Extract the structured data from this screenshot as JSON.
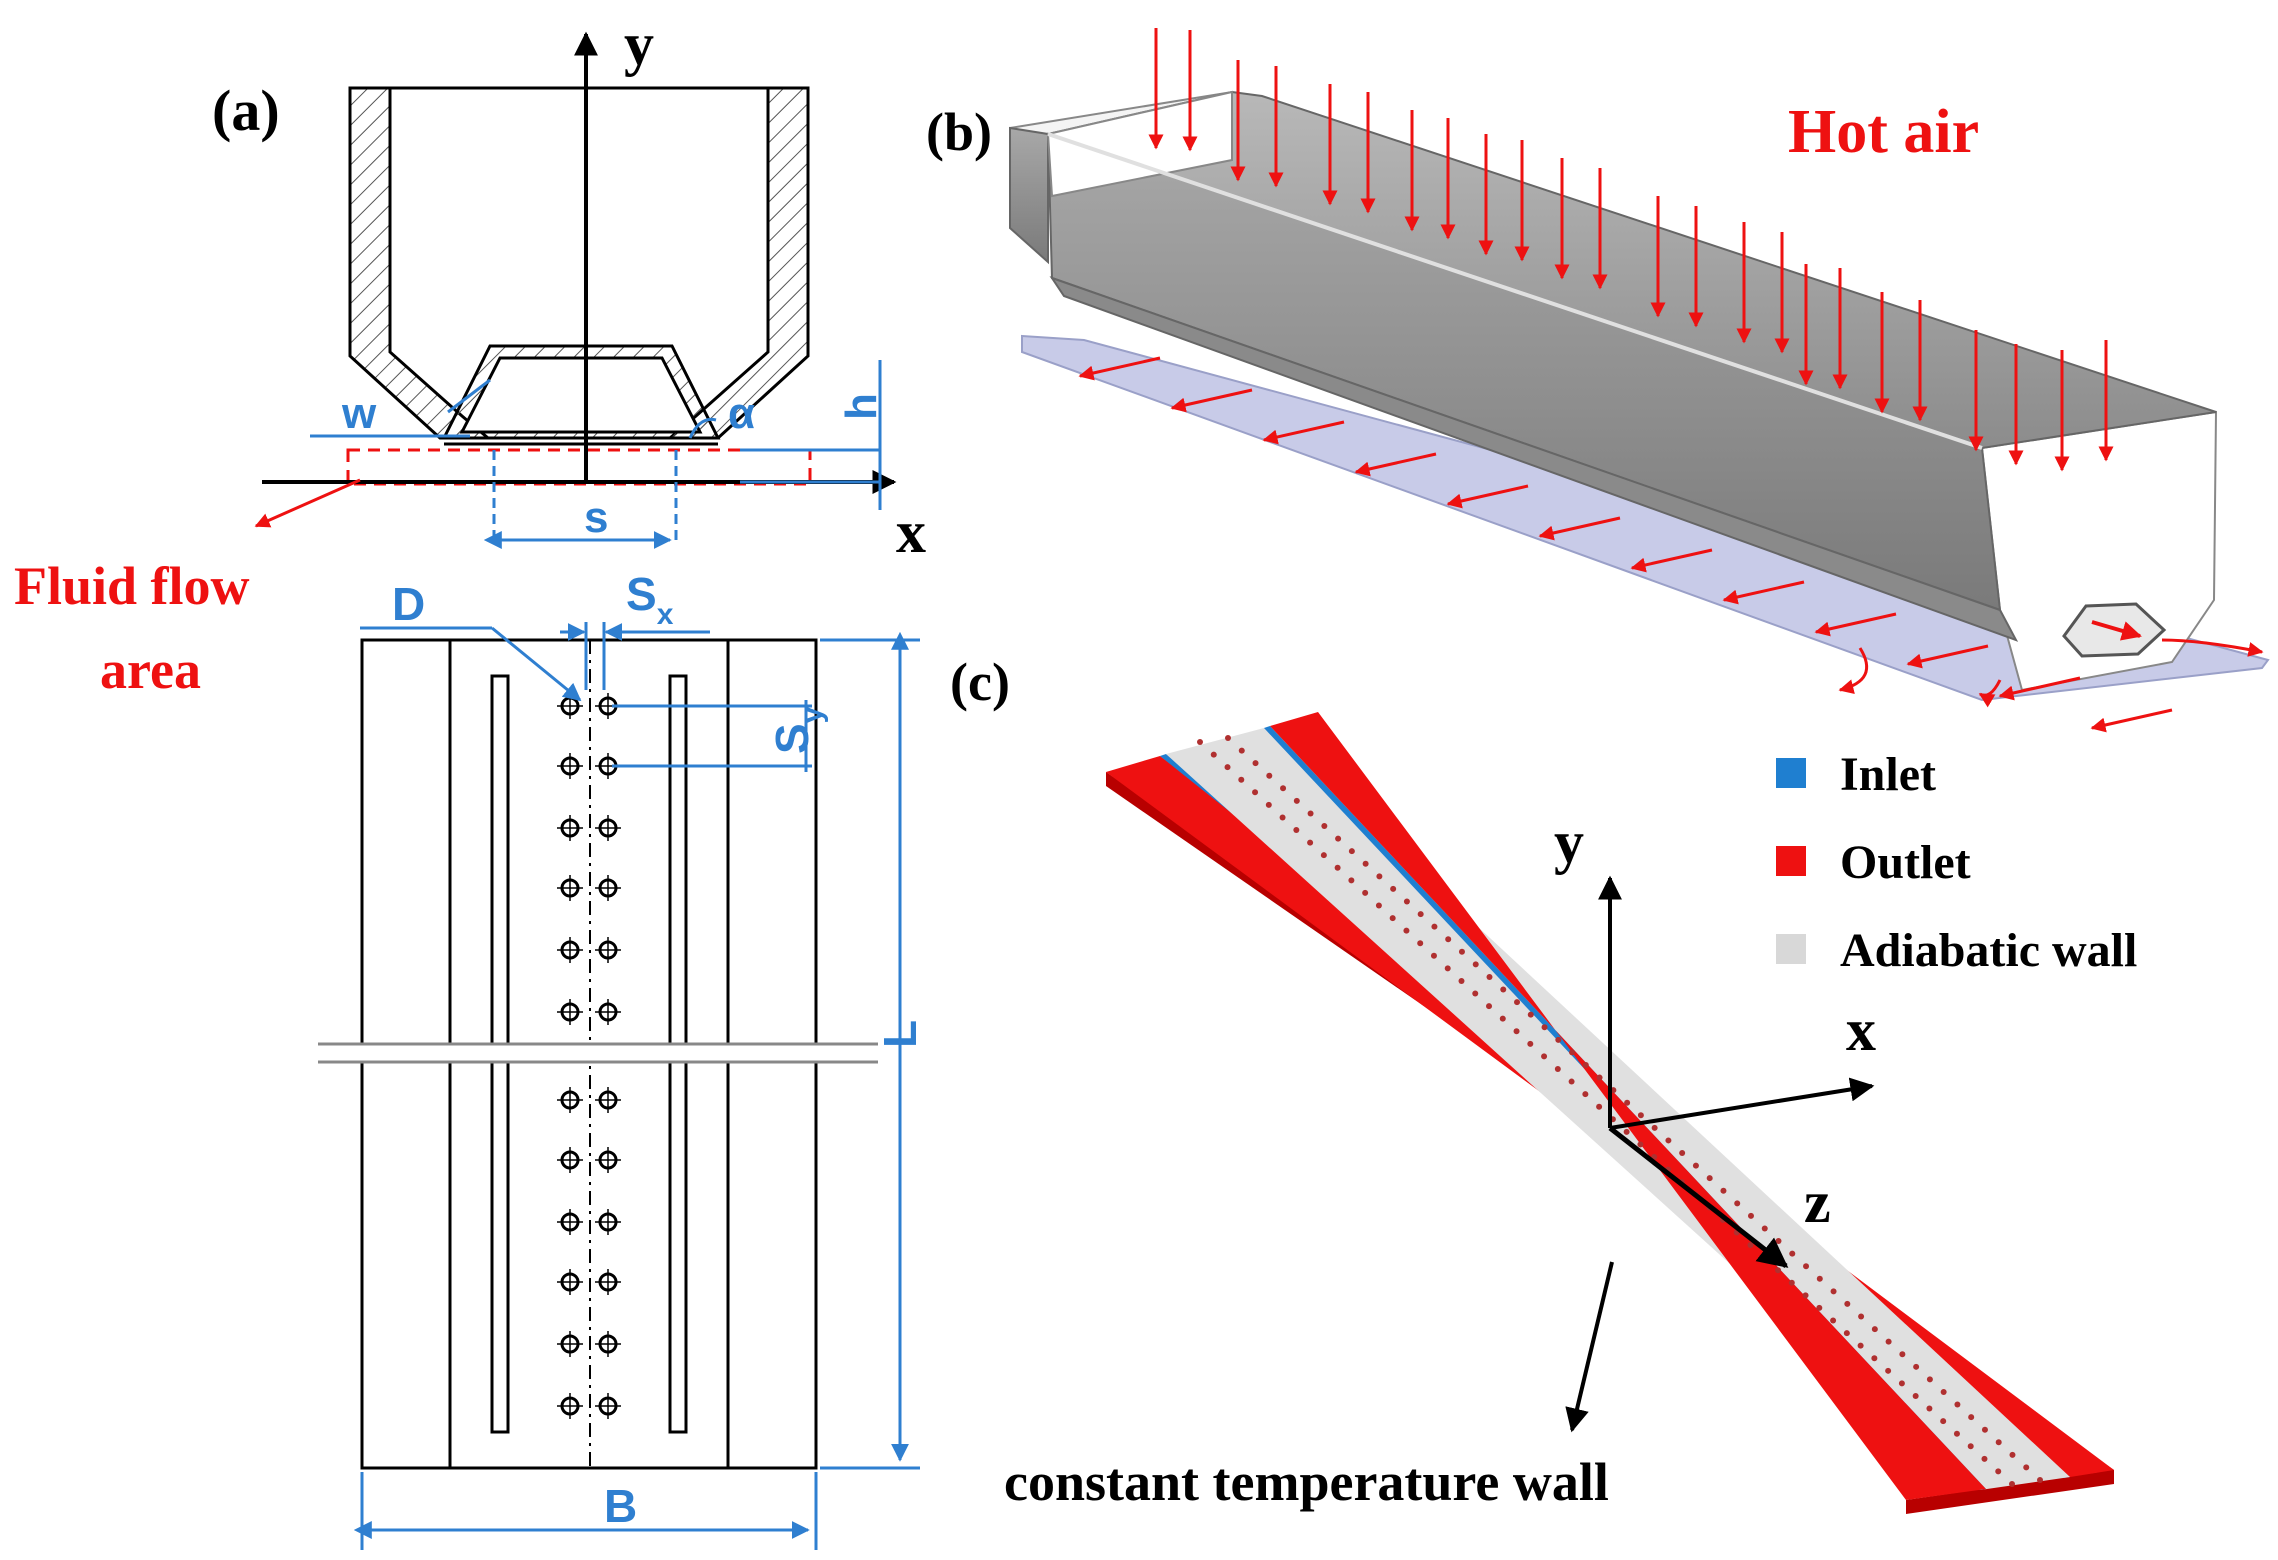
{
  "panel_a": {
    "label": "(a)",
    "axis_y": "y",
    "axis_x": "x",
    "dim_w": "w",
    "dim_alpha": "α",
    "dim_h": "h",
    "dim_s": "s",
    "fluid_label_line1": "Fluid flow",
    "fluid_label_line2": "area",
    "dim_D": "D",
    "dim_Sx": "S",
    "dim_Sx_sub": "x",
    "dim_Sy": "S",
    "dim_Sy_sub": "y",
    "dim_L": "L",
    "dim_B": "B"
  },
  "panel_b": {
    "label": "(b)",
    "hot_air": "Hot air"
  },
  "panel_c": {
    "label": "(c)",
    "axis_y": "y",
    "axis_x": "x",
    "axis_z": "z",
    "wall_label": "constant temperature wall",
    "legend": [
      {
        "label": "Inlet",
        "color": "#1f7fd0"
      },
      {
        "label": "Outlet",
        "color": "#ee1111"
      },
      {
        "label": "Adiabatic wall",
        "color": "#d8d8d8"
      }
    ]
  },
  "colors": {
    "dimension": "#2f7fd0",
    "annotation_red": "#ee1111",
    "steel": "#9a9a9a"
  }
}
